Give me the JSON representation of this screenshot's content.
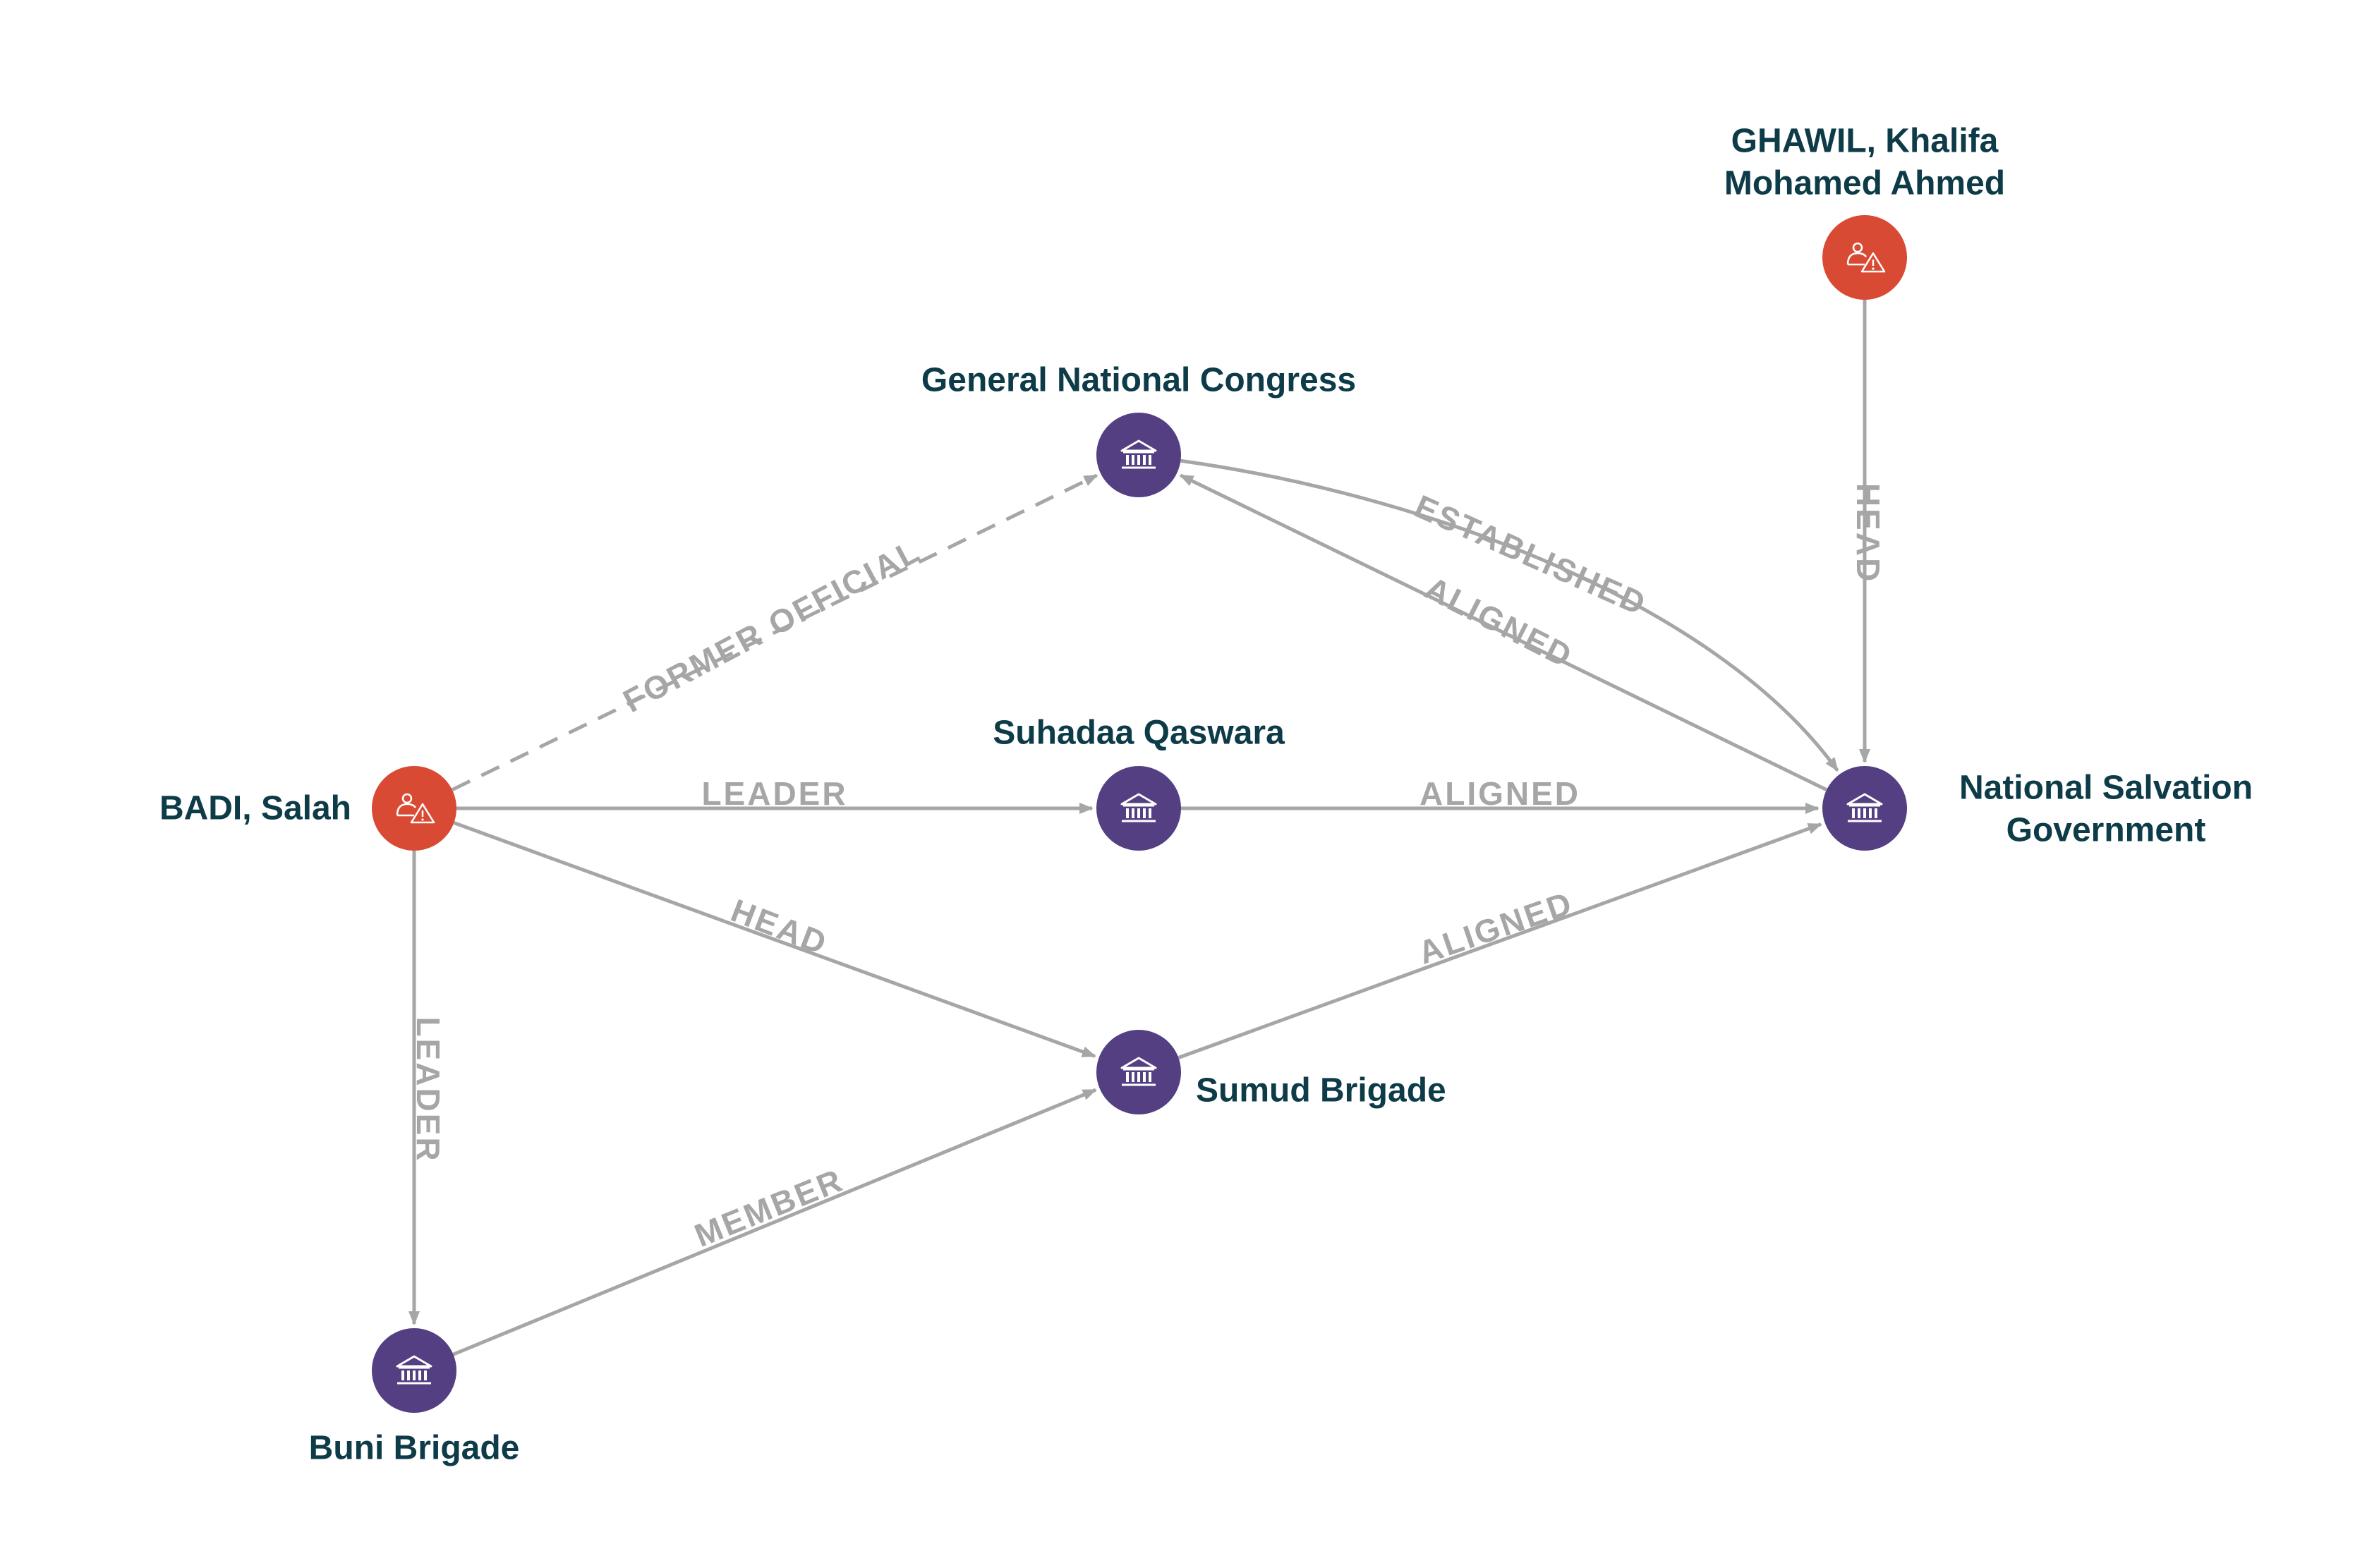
{
  "colors": {
    "person": "#d84a33",
    "organization": "#533f82",
    "edge": "#a6a6a6",
    "label": "#0d3b48",
    "icon": "#ffffff"
  },
  "nodes": [
    {
      "id": "badi",
      "label": [
        "BADI, Salah"
      ],
      "kind": "person",
      "icon": "person-warning-icon"
    },
    {
      "id": "ghawil",
      "label": [
        "GHAWIL, Khalifa",
        "Mohamed Ahmed"
      ],
      "kind": "person",
      "icon": "person-warning-icon"
    },
    {
      "id": "gnc",
      "label": [
        "General National Congress"
      ],
      "kind": "organization",
      "icon": "institution-icon"
    },
    {
      "id": "suhadaa",
      "label": [
        "Suhadaa Qaswara"
      ],
      "kind": "organization",
      "icon": "institution-icon"
    },
    {
      "id": "nsg",
      "label": [
        "National Salvation",
        "Government"
      ],
      "kind": "organization",
      "icon": "institution-icon"
    },
    {
      "id": "sumud",
      "label": [
        "Sumud Brigade"
      ],
      "kind": "organization",
      "icon": "institution-icon"
    },
    {
      "id": "buni",
      "label": [
        "Buni Brigade"
      ],
      "kind": "organization",
      "icon": "institution-icon"
    }
  ],
  "edges": [
    {
      "id": "badi-gnc",
      "from": "badi",
      "to": "gnc",
      "label": "FORMER OFFICIAL",
      "style": "dashed"
    },
    {
      "id": "badi-suhadaa",
      "from": "badi",
      "to": "suhadaa",
      "label": "LEADER",
      "style": "solid"
    },
    {
      "id": "badi-sumud",
      "from": "badi",
      "to": "sumud",
      "label": "HEAD",
      "style": "solid"
    },
    {
      "id": "badi-buni",
      "from": "badi",
      "to": "buni",
      "label": "LEADER",
      "style": "solid"
    },
    {
      "id": "buni-sumud",
      "from": "buni",
      "to": "sumud",
      "label": "MEMBER",
      "style": "solid"
    },
    {
      "id": "suhadaa-nsg",
      "from": "suhadaa",
      "to": "nsg",
      "label": "ALIGNED",
      "style": "solid"
    },
    {
      "id": "sumud-nsg",
      "from": "sumud",
      "to": "nsg",
      "label": "ALIGNED",
      "style": "solid"
    },
    {
      "id": "gnc-nsg",
      "from": "gnc",
      "to": "nsg",
      "label": "ESTABLISHED",
      "style": "solid"
    },
    {
      "id": "nsg-gnc",
      "from": "nsg",
      "to": "gnc",
      "label": "ALIGNED",
      "style": "solid"
    },
    {
      "id": "ghawil-nsg",
      "from": "ghawil",
      "to": "nsg",
      "label": "HEAD",
      "style": "solid"
    }
  ]
}
